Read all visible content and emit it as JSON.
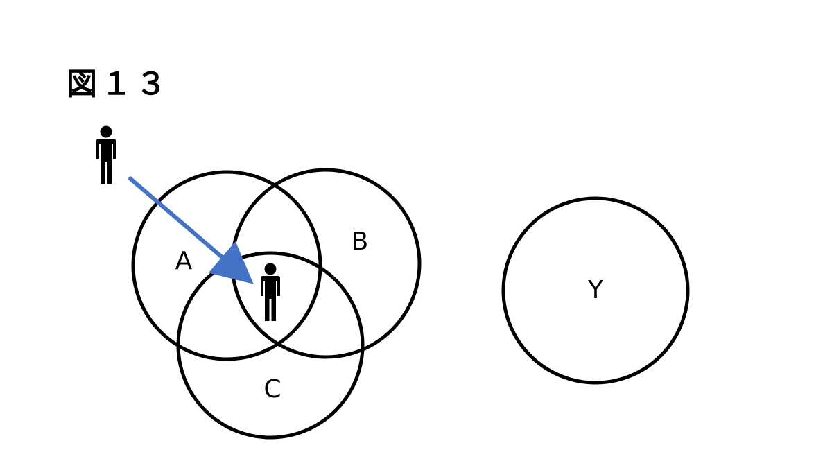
{
  "figure": {
    "title": "図１３"
  },
  "sets": {
    "a": {
      "label": "A"
    },
    "b": {
      "label": "B"
    },
    "c": {
      "label": "C"
    },
    "y": {
      "label": "Y"
    }
  },
  "icons": {
    "person": "person-icon",
    "arrow": "arrow-icon"
  },
  "colors": {
    "stroke": "#000000",
    "arrow": "#4472C4",
    "background": "#FFFFFF"
  }
}
